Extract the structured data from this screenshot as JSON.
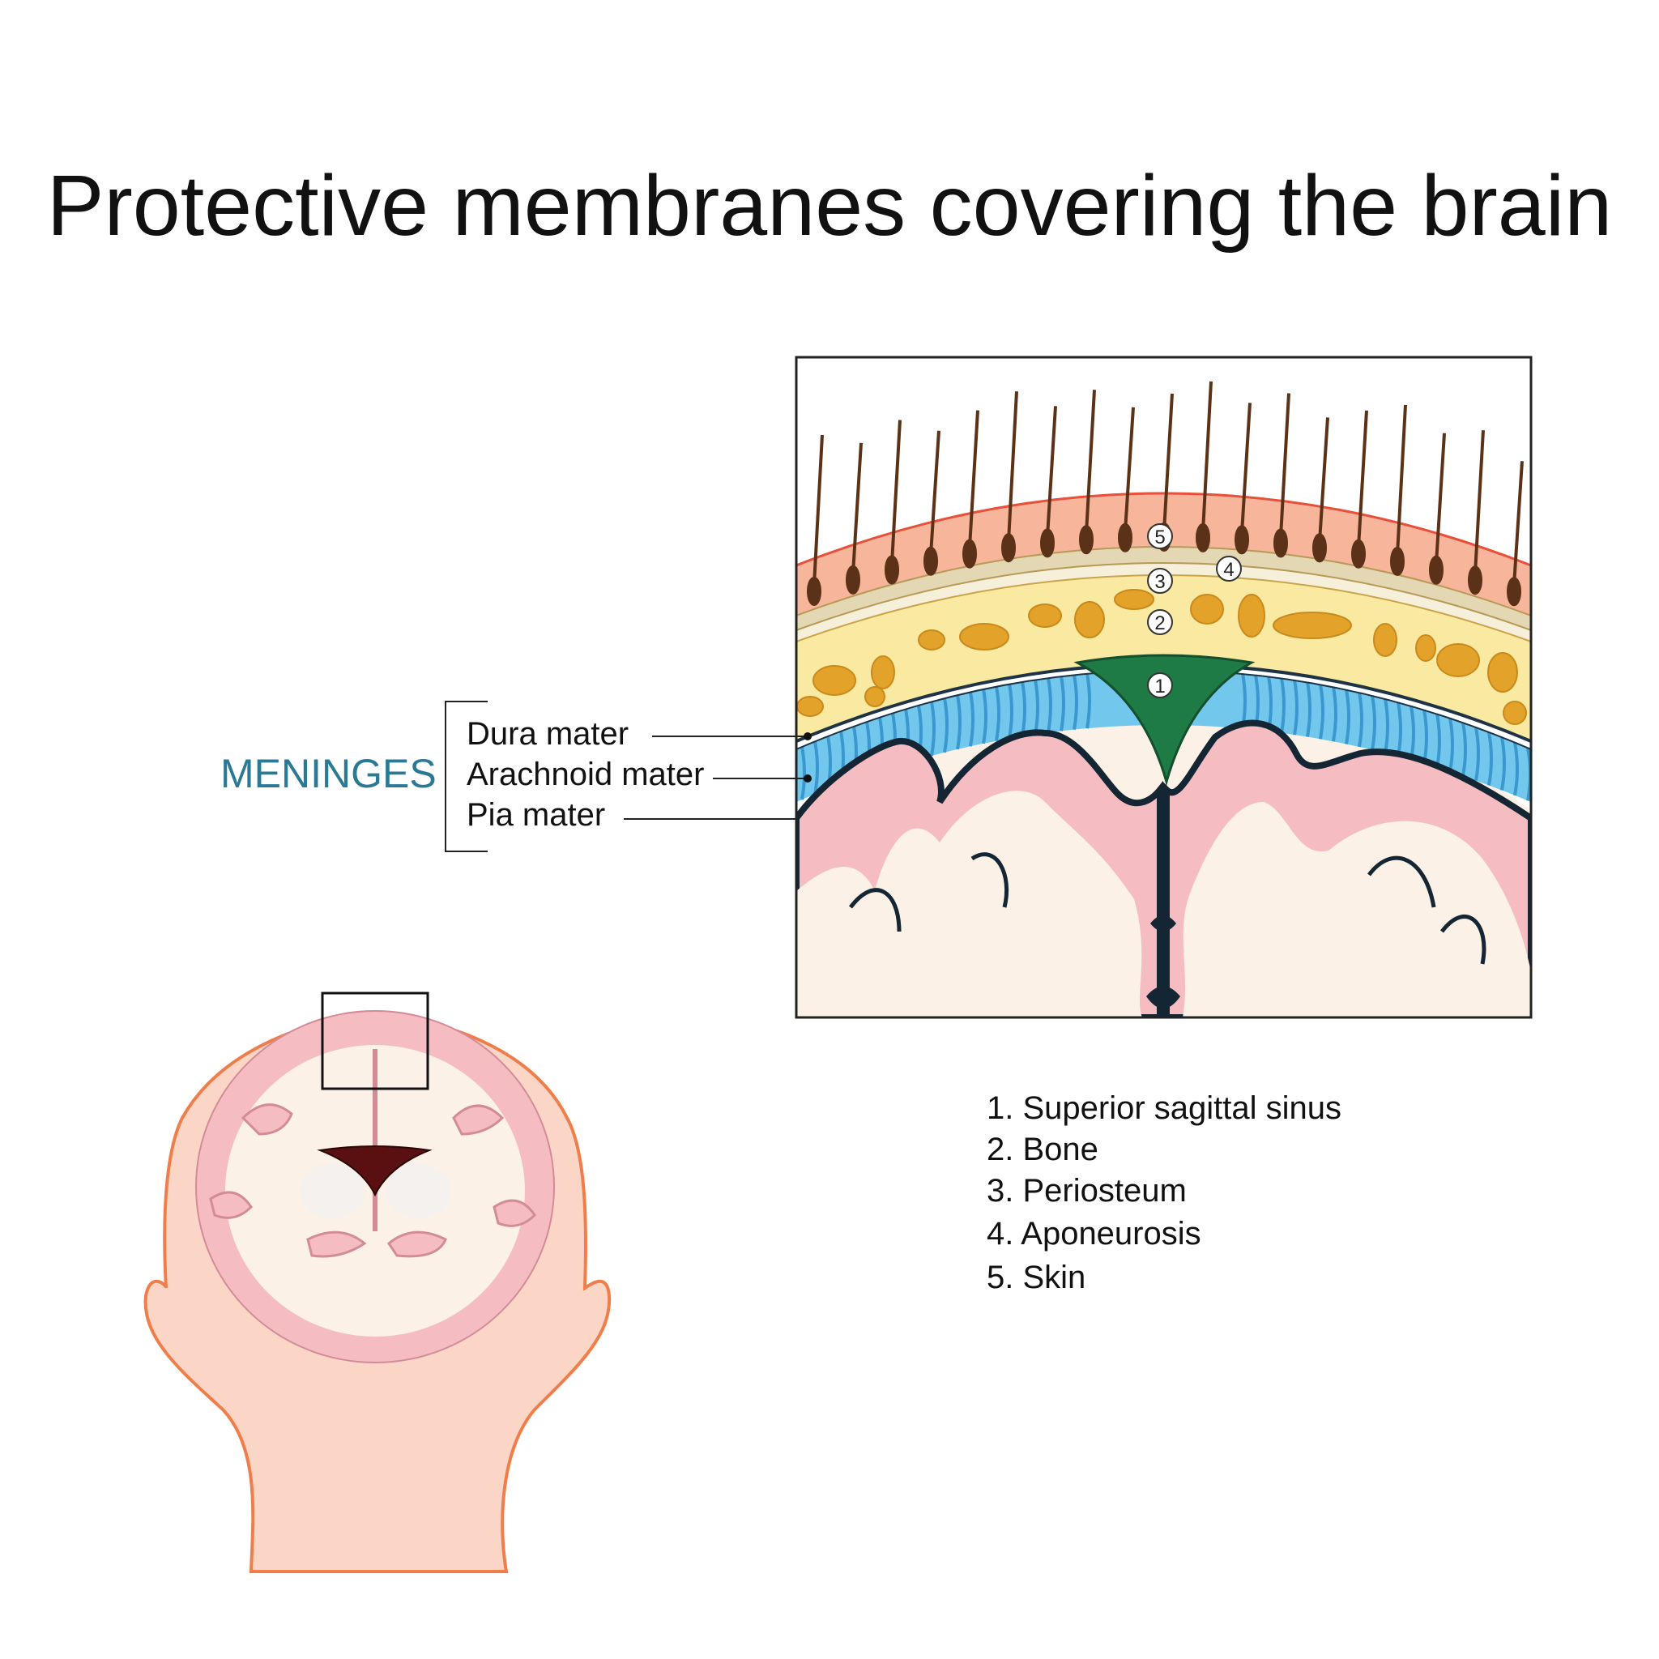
{
  "title": "Protective membranes covering the brain",
  "meninges": {
    "heading": "MENINGES",
    "layers": [
      "Dura mater",
      "Arachnoid mater",
      "Pia mater"
    ]
  },
  "markers": [
    "1",
    "2",
    "3",
    "4",
    "5"
  ],
  "legend": [
    "1. Superior sagittal sinus",
    "2. Bone",
    "3. Periosteum",
    "4. Aponeurosis",
    "5. Skin"
  ],
  "colors": {
    "title": "#111111",
    "meninges_heading": "#2b7a95",
    "skin": "#f7b69c",
    "skin_edge": "#e8503a",
    "aponeurosis": "#e3d7b4",
    "periosteum": "#f6efda",
    "bone": "#fae9a0",
    "bone_pores": "#e3a22a",
    "sinus": "#1e7b45",
    "arachnoid": "#71c8ec",
    "pia_edge": "#142634",
    "cortex": "#f5bcc2",
    "white_matter": "#fbf1e6",
    "hair": "#5b3217",
    "head": "#fbd6c6",
    "head_edge": "#f07e4b"
  }
}
